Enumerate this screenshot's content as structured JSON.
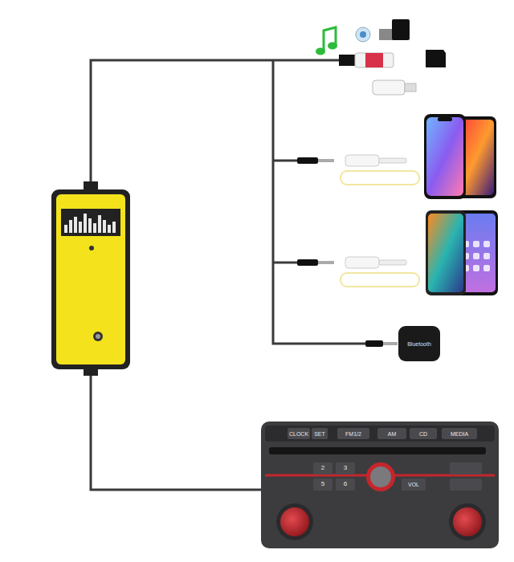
{
  "diagram": {
    "labels": [
      "CLOCK",
      "SET",
      "FM1/2",
      "AM",
      "CD",
      "MEDIA",
      "2",
      "3",
      "5",
      "6",
      "VOL",
      "Bluetooth"
    ]
  }
}
